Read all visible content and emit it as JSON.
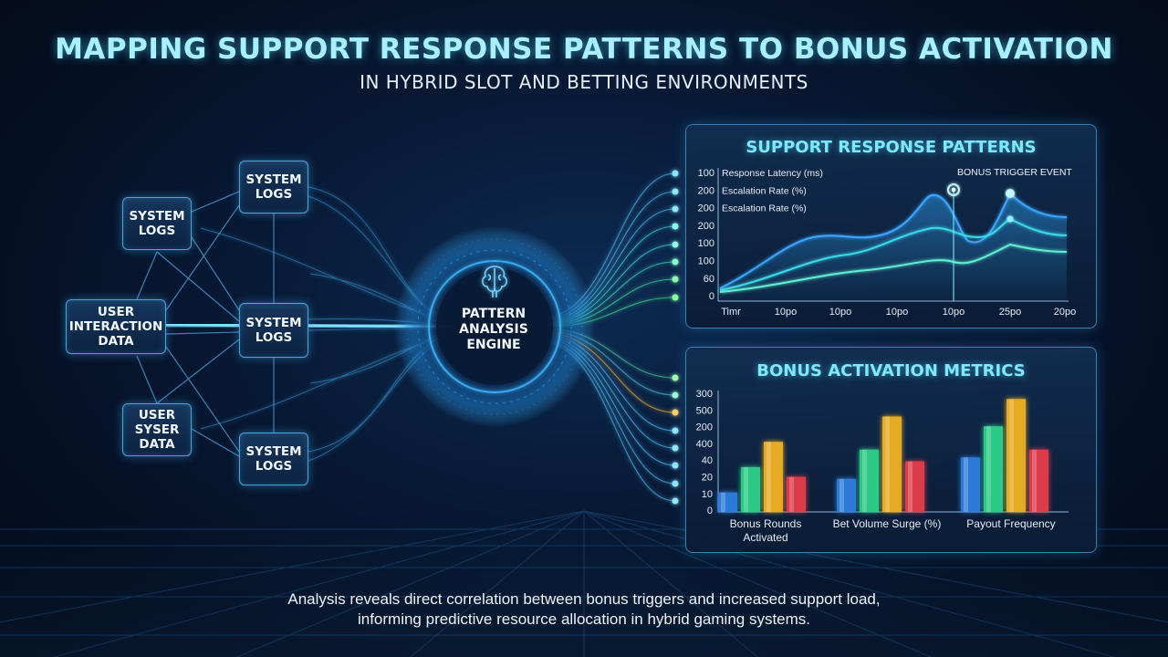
{
  "header": {
    "title": "MAPPING SUPPORT RESPONSE PATTERNS TO BONUS ACTIVATION",
    "subtitle": "IN HYBRID SLOT AND BETTING ENVIRONMENTS"
  },
  "nodes": {
    "system_logs_top": "SYSTEM\nLOGS",
    "system_logs_left": "SYSTEM\nLOGS",
    "user_interaction": "USER\nINTERACTION\nDATA",
    "system_logs_middle": "SYSTEM\nLOGS",
    "user_syser": "USER\nSYSER\nDATA",
    "system_logs_bottom": "SYSTEM\nLOGS"
  },
  "engine": {
    "label": "PATTERN\nANALYSIS\nENGINE",
    "icon": "brain-icon"
  },
  "response_panel": {
    "title": "SUPPORT RESPONSE PATTERNS",
    "y_ticks": [
      "100",
      "200",
      "200",
      "200",
      "100",
      "100",
      "60",
      "0"
    ],
    "legend": [
      "Response Latency (ms)",
      "Escalation Rate (%)",
      "Escalation Rate (%)"
    ],
    "x_ticks": [
      "Timr",
      "10po",
      "10po",
      "10po",
      "10po",
      "25po",
      "20po"
    ],
    "event_label": "BONUS TRIGGER EVENT"
  },
  "bonus_panel": {
    "title": "BONUS ACTIVATION METRICS",
    "y_ticks": [
      "300",
      "500",
      "200",
      "400",
      "40",
      "20",
      "10",
      "0"
    ],
    "groups": [
      {
        "label": "Bonus Rounds\nActivated",
        "values": [
          10,
          23,
          36,
          18
        ]
      },
      {
        "label": "Bet Volume Surge (%)",
        "values": [
          17,
          32,
          49,
          26
        ]
      },
      {
        "label": "Payout Frequency",
        "values": [
          28,
          44,
          58,
          32
        ]
      }
    ],
    "bar_colors": [
      "#2f7fe0",
      "#2fd28a",
      "#f0b322",
      "#e83d4e"
    ]
  },
  "footer": {
    "line1": "Analysis reveals direct correlation between bonus triggers and increased support load,",
    "line2": "informing predictive resource allocation in hybrid gaming systems."
  },
  "colors": {
    "accent": "#7fe8ff",
    "glow": "#3ab8ff",
    "background": "#081a36"
  }
}
